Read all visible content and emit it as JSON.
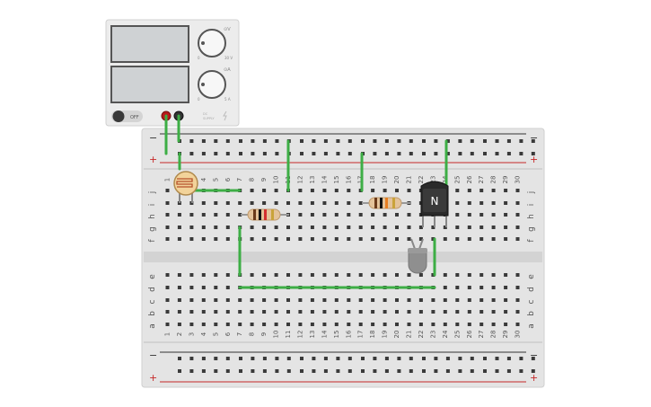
{
  "power_supply": {
    "switch_label": "OFF",
    "knob_top": {
      "symbol": "⊙V",
      "min": "0",
      "max": "30 V"
    },
    "knob_bottom": {
      "symbol": "⊙A",
      "min": "0",
      "max": "5 A"
    },
    "brand_text": [
      "DC",
      "SUPPLY"
    ]
  },
  "breadboard": {
    "columns": [
      "1",
      "2",
      "3",
      "4",
      "5",
      "6",
      "7",
      "8",
      "9",
      "10",
      "11",
      "12",
      "13",
      "14",
      "15",
      "16",
      "17",
      "18",
      "19",
      "20",
      "21",
      "22",
      "23",
      "24",
      "25",
      "26",
      "27",
      "28",
      "29",
      "30"
    ],
    "rows_top": [
      "j",
      "i",
      "h",
      "g",
      "f"
    ],
    "rows_bottom": [
      "e",
      "d",
      "c",
      "b",
      "a"
    ],
    "rail_minus": "−",
    "rail_plus": "+"
  },
  "transistor": {
    "label": "N"
  },
  "colors": {
    "wire": "#3dae45",
    "rail_red": "#c62828",
    "rail_dark": "#333333",
    "board": "#e4e4e4",
    "hole": "#3a3a3a"
  }
}
